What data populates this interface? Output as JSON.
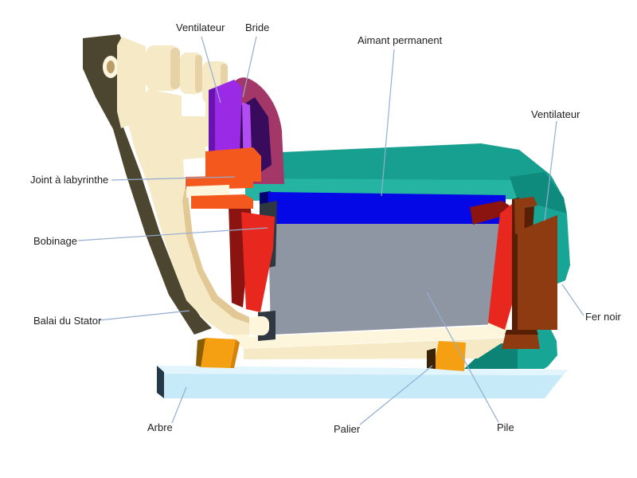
{
  "labels": {
    "ventilateur_left": "Ventilateur",
    "bride": "Bride",
    "aimant_permanent": "Aimant permanent",
    "ventilateur_right": "Ventilateur",
    "joint_labyrinthe": "Joint à labyrinthe",
    "bobinage": "Bobinage",
    "balai_stator": "Balai du Stator",
    "fer_noir": "Fer noir",
    "arbre": "Arbre",
    "palier": "Palier",
    "pile": "Pile"
  },
  "colors": {
    "bg": "#ffffff",
    "leader_line": "#93aed2",
    "housing_top": "#17a090",
    "housing_band": "#25b3a2",
    "housing_main": "#17a595",
    "housing_dark": "#0d8375",
    "housing_dark2": "#0f8b7d",
    "magnet_blue": "#0407e6",
    "magnet_dark": "#000272",
    "rotor_gray": "#8e96a4",
    "slate": "#2f3741",
    "coil_red": "#e8281e",
    "coil_dark": "#8c1410",
    "fan_brown": "#8e3b12",
    "fan_brown_dark": "#571f04",
    "fan_purple": "#9a2ae6",
    "fan_purple_light": "#b14df3",
    "fan_purple_dark": "#6812b0",
    "bride_magenta": "#a23768",
    "bride_dark": "#380b5c",
    "joint_orange": "#f4581c",
    "foot_orange": "#f5a012",
    "foot_orange_dark": "#d4820a",
    "foot_dark": "#8a5e04",
    "palier_brown": "#3a2306",
    "cream": "#f5e9c6",
    "cream_light": "#fdf6dc",
    "cream_dark": "#e2c894",
    "cream_shade": "#e6d2a6",
    "olive": "#4c452f",
    "hole_inner": "#bb9d6a",
    "plate_blue": "#c6eaf7",
    "plate_blue_top": "#e2f5fc",
    "plate_cap": "#25384a"
  }
}
